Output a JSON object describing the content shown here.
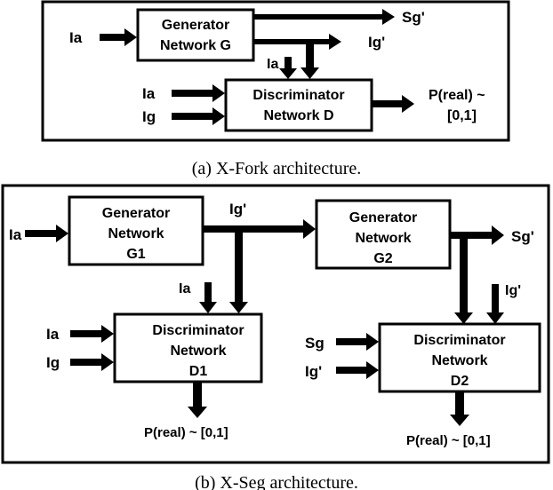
{
  "fig_a": {
    "caption": "(a) X-Fork architecture.",
    "generator": {
      "line1": "Generator",
      "line2": "Network G"
    },
    "discriminator": {
      "line1": "Discriminator",
      "line2": "Network D"
    },
    "labels": {
      "input": "Ia",
      "sg_out": "Sg'",
      "ig_out": "Ig'",
      "ia_to_d": "Ia",
      "d_in_ia": "Ia",
      "d_in_ig": "Ig",
      "p_real_1": "P(real) ~",
      "p_real_2": "[0,1]"
    }
  },
  "fig_b": {
    "caption": "(b) X-Seg architecture.",
    "g1": {
      "line1": "Generator",
      "line2": "Network",
      "line3": "G1"
    },
    "g2": {
      "line1": "Generator",
      "line2": "Network",
      "line3": "G2"
    },
    "d1": {
      "line1": "Discriminator",
      "line2": "Network",
      "line3": "D1"
    },
    "d2": {
      "line1": "Discriminator",
      "line2": "Network",
      "line3": "D2"
    },
    "labels": {
      "input": "Ia",
      "ig_mid": "Ig'",
      "sg_out": "Sg'",
      "ia_to_d1": "Ia",
      "ig_to_d2": "Ig'",
      "d1_in_ia": "Ia",
      "d1_in_ig": "Ig",
      "d2_in_sg": "Sg",
      "d2_in_ig": "Ig'",
      "d1_out": "P(real) ~ [0,1]",
      "d2_out": "P(real) ~ [0,1]"
    }
  }
}
